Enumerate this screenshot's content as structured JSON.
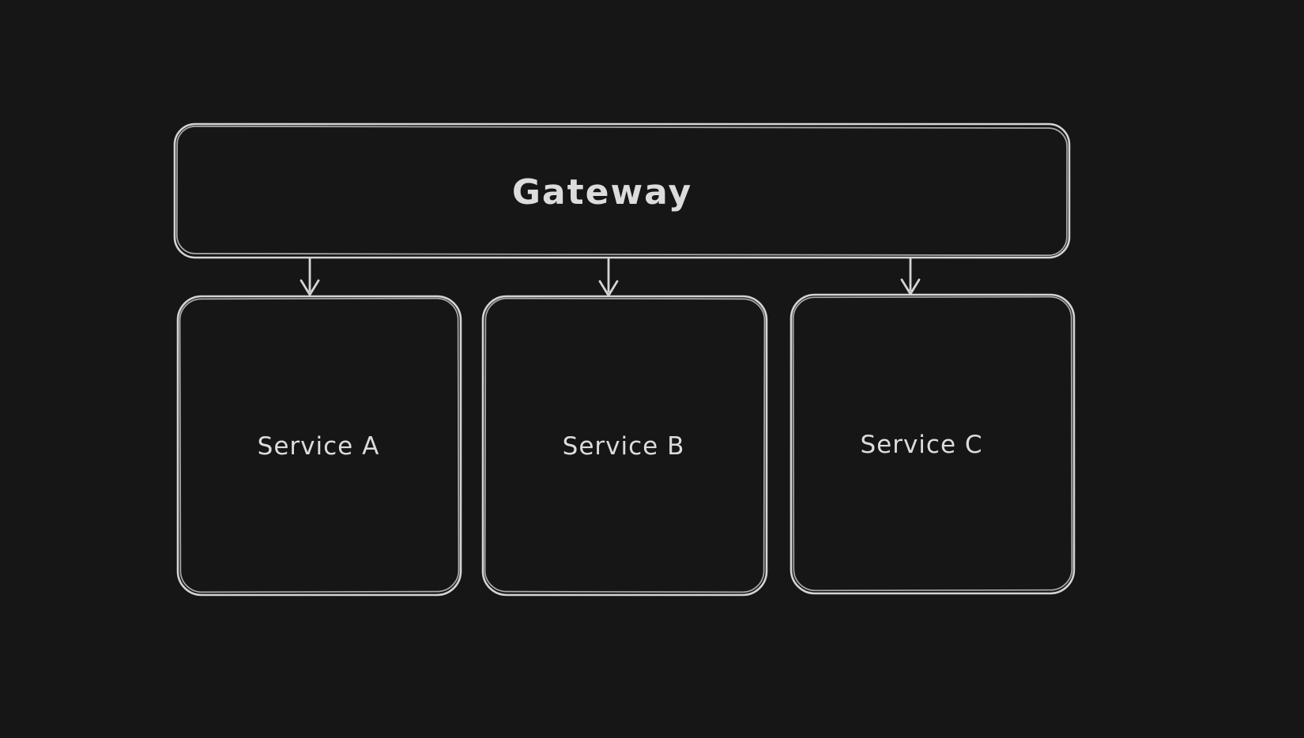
{
  "diagram": {
    "colors": {
      "background": "#161616",
      "stroke": "#d4d4d4",
      "text": "#dcdcdc"
    },
    "nodes": [
      {
        "id": "gateway",
        "label": "Gateway",
        "shape": "rounded-rectangle"
      },
      {
        "id": "service-a",
        "label": "Service A",
        "shape": "rounded-rectangle"
      },
      {
        "id": "service-b",
        "label": "Service B",
        "shape": "rounded-rectangle"
      },
      {
        "id": "service-c",
        "label": "Service C",
        "shape": "rounded-rectangle"
      }
    ],
    "edges": [
      {
        "from": "Gateway",
        "to": "Service A",
        "type": "arrow-down"
      },
      {
        "from": "Gateway",
        "to": "Service B",
        "type": "arrow-down"
      },
      {
        "from": "Gateway",
        "to": "Service C",
        "type": "arrow-down"
      }
    ]
  }
}
